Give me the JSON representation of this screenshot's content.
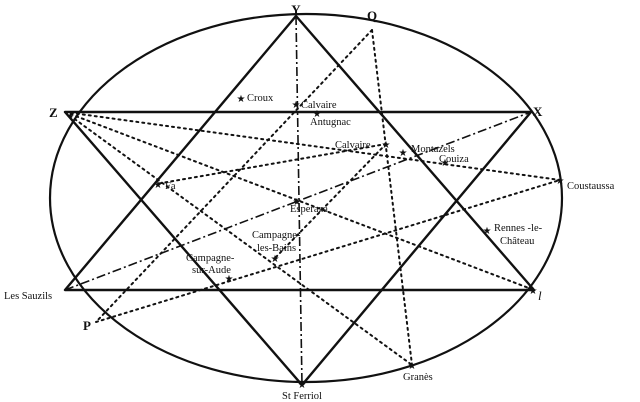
{
  "points": {
    "Y": "Y",
    "Q": "Q",
    "Z": "Z",
    "X": "X",
    "P": "P",
    "l": "l"
  },
  "places": {
    "croux": "Croux",
    "calvaire_top": "Calvaire",
    "antugnac": "Antugnac",
    "calvaire_mid": "Calvaire",
    "montazels": "Montazels",
    "couiza": "Couiza",
    "coustaussa": "Coustaussa",
    "fa": "Fa",
    "esperaza": "Esperaza",
    "rennes_line1": "Rennes -le-",
    "rennes_line2": "Château",
    "campagne_bains_line1": "Campagne-",
    "campagne_bains_line2": "les-Bains",
    "campagne_aude_line1": "Campagne-",
    "campagne_aude_line2": "sur-Aude",
    "les_sauzils": "Les Sauzils",
    "st_ferriol": "St Ferriol",
    "granes": "Granès"
  },
  "style": {
    "ink": "#111111",
    "background": "#ffffff"
  }
}
